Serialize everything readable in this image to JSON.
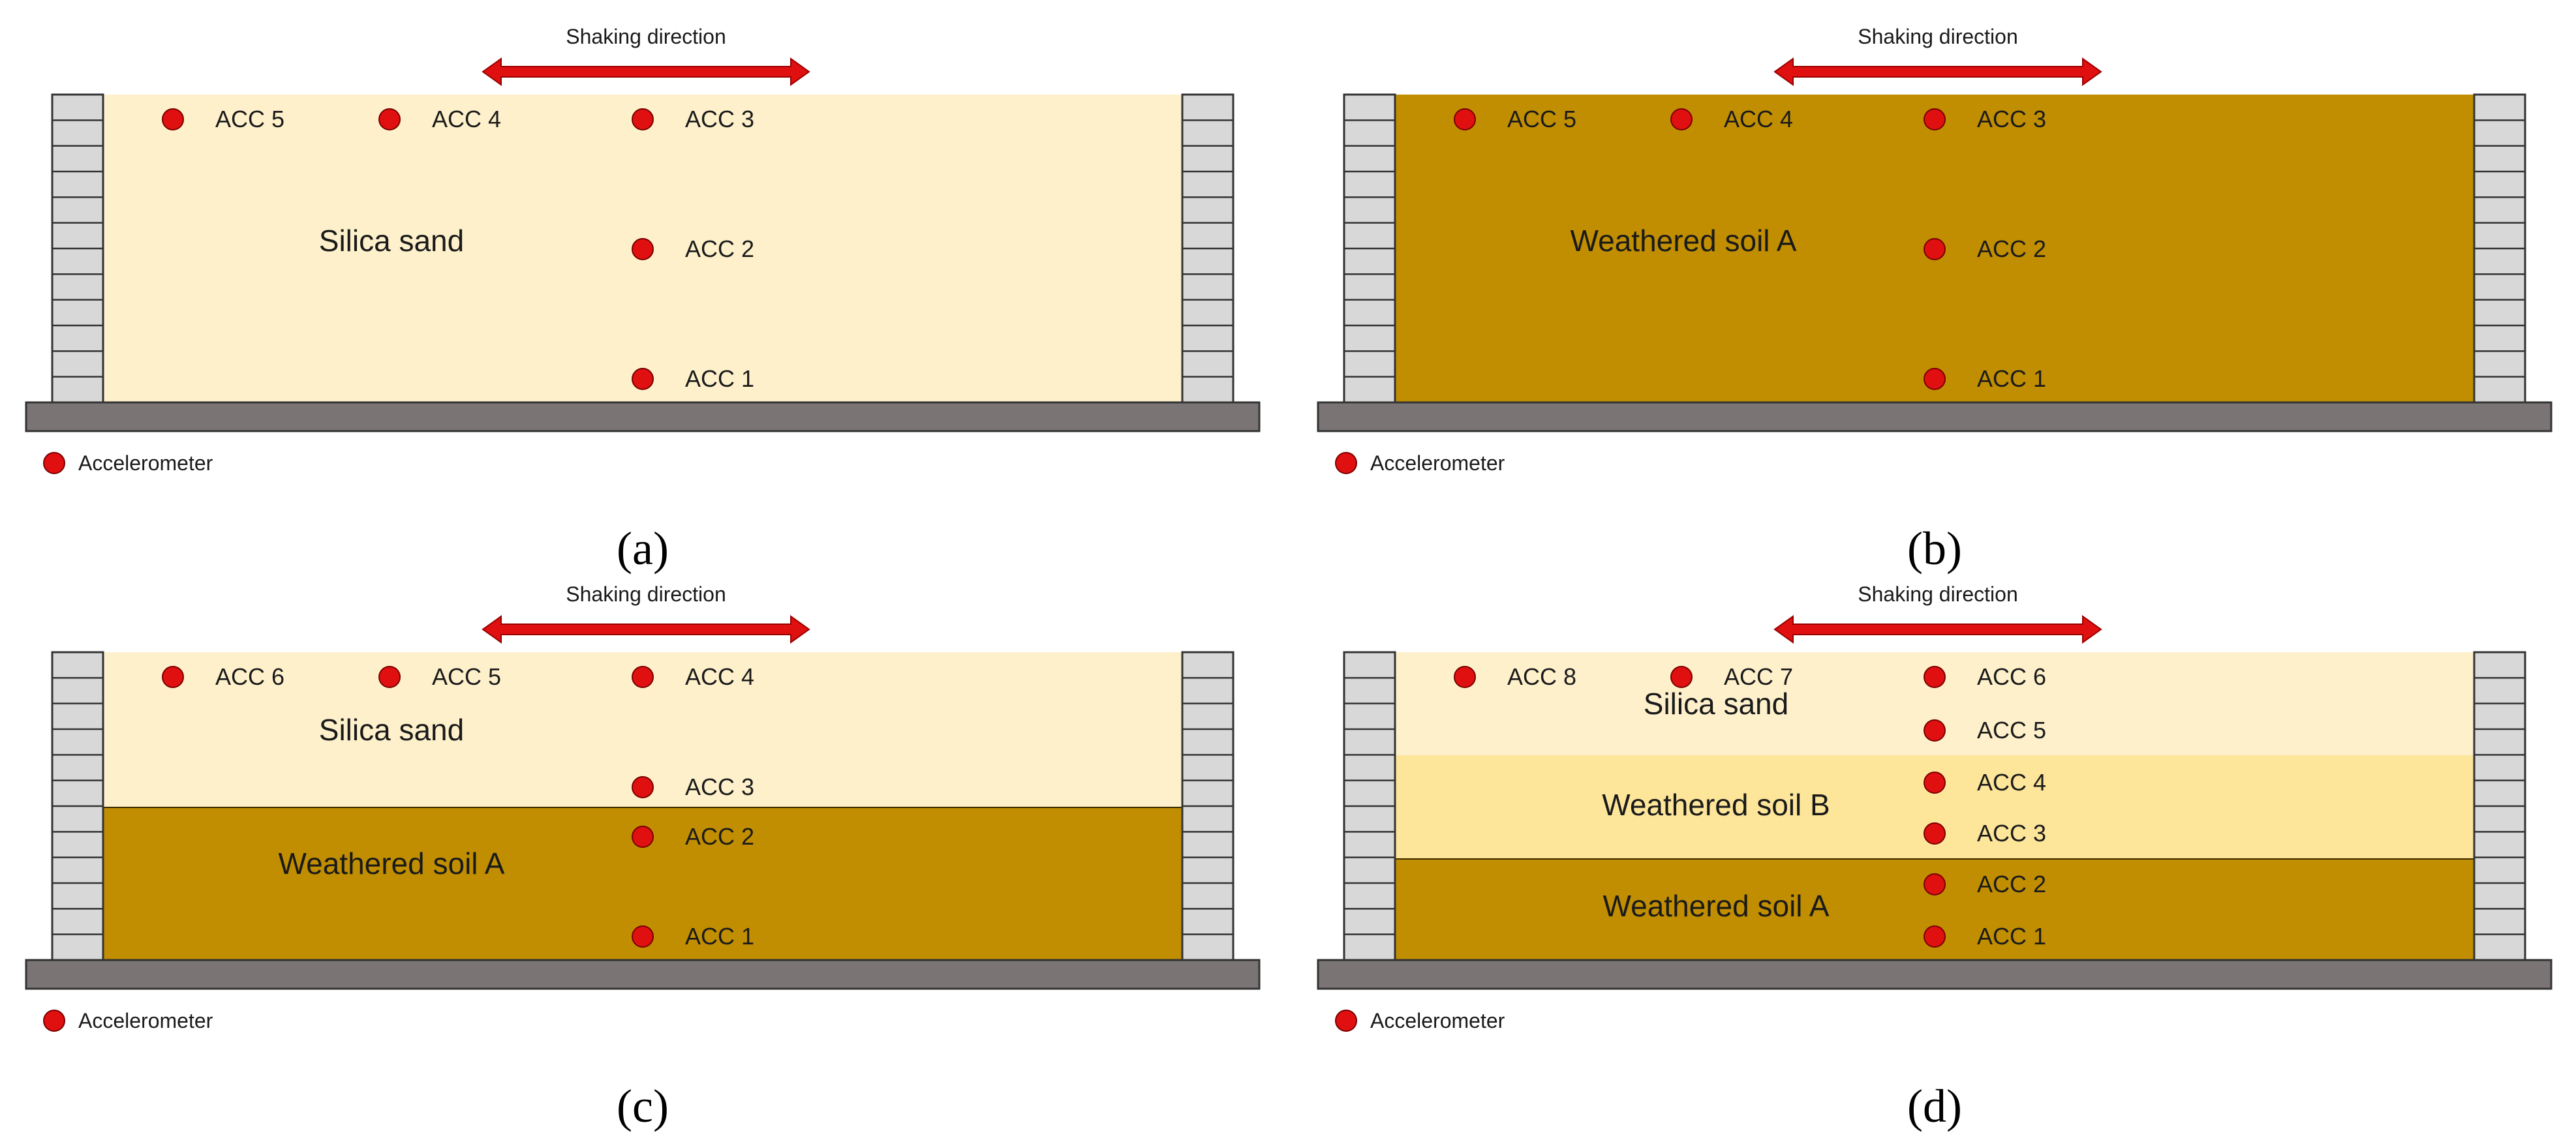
{
  "colors": {
    "silica_sand": "#fdf0cb",
    "weathered_soil_a": "#c08e00",
    "weathered_soil_b": "#fde59a",
    "wall": "#d8d8d8",
    "base": "#7a7474",
    "accelerometer": "#e01010",
    "arrow": "#e01010"
  },
  "common": {
    "shaking_direction": "Shaking direction",
    "legend_label": "Accelerometer"
  },
  "panels": [
    {
      "caption": "(a)",
      "layers": [
        {
          "name": "Silica sand",
          "type": "silica_sand"
        }
      ],
      "sensors": [
        {
          "label": "ACC 5",
          "col": 0,
          "row": "top"
        },
        {
          "label": "ACC 4",
          "col": 1,
          "row": "top"
        },
        {
          "label": "ACC 3",
          "col": 2,
          "row": "top"
        },
        {
          "label": "ACC 2",
          "col": 2,
          "row": "mid"
        },
        {
          "label": "ACC 1",
          "col": 2,
          "row": "bottom"
        }
      ]
    },
    {
      "caption": "(b)",
      "layers": [
        {
          "name": "Weathered soil A",
          "type": "weathered_soil_a"
        }
      ],
      "sensors": [
        {
          "label": "ACC 5",
          "col": 0,
          "row": "top"
        },
        {
          "label": "ACC 4",
          "col": 1,
          "row": "top"
        },
        {
          "label": "ACC 3",
          "col": 2,
          "row": "top"
        },
        {
          "label": "ACC 2",
          "col": 2,
          "row": "mid"
        },
        {
          "label": "ACC 1",
          "col": 2,
          "row": "bottom"
        }
      ]
    },
    {
      "caption": "(c)",
      "layers": [
        {
          "name": "Silica sand",
          "type": "silica_sand"
        },
        {
          "name": "Weathered soil A",
          "type": "weathered_soil_a"
        }
      ],
      "sensors": [
        {
          "label": "ACC 6",
          "col": 0,
          "row": "top"
        },
        {
          "label": "ACC 5",
          "col": 1,
          "row": "top"
        },
        {
          "label": "ACC 4",
          "col": 2,
          "row": "top"
        },
        {
          "label": "ACC 3",
          "col": 2,
          "row": "l1-bottom"
        },
        {
          "label": "ACC 2",
          "col": 2,
          "row": "l2-top"
        },
        {
          "label": "ACC 1",
          "col": 2,
          "row": "bottom"
        }
      ]
    },
    {
      "caption": "(d)",
      "layers": [
        {
          "name": "Silica sand",
          "type": "silica_sand"
        },
        {
          "name": "Weathered soil B",
          "type": "weathered_soil_b"
        },
        {
          "name": "Weathered soil A",
          "type": "weathered_soil_a"
        }
      ],
      "sensors": [
        {
          "label": "ACC 8",
          "col": 0,
          "row": "top"
        },
        {
          "label": "ACC 7",
          "col": 1,
          "row": "top"
        },
        {
          "label": "ACC 6",
          "col": 2,
          "row": "top"
        },
        {
          "label": "ACC 5",
          "col": 2,
          "row": "l1-bottom"
        },
        {
          "label": "ACC 4",
          "col": 2,
          "row": "l2-top"
        },
        {
          "label": "ACC 3",
          "col": 2,
          "row": "l2-bottom"
        },
        {
          "label": "ACC 2",
          "col": 2,
          "row": "l3-top"
        },
        {
          "label": "ACC 1",
          "col": 2,
          "row": "bottom"
        }
      ]
    }
  ]
}
